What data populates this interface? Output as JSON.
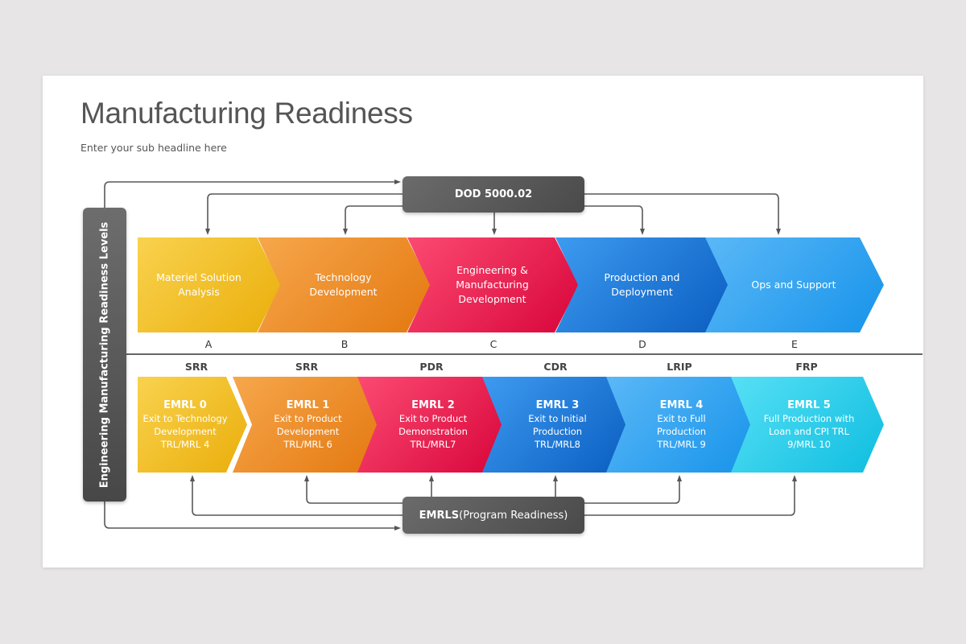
{
  "slide": {
    "title": "Manufacturing Readiness",
    "subtitle": "Enter your sub headline here"
  },
  "vertical_label": "Engineering Manufacturing Readiness Levels",
  "top_box": {
    "label": "DOD 5000.02"
  },
  "bottom_box": {
    "label_bold": "EMRLS",
    "label_rest": " (Program Readiness)"
  },
  "phases": [
    {
      "label": "Materiel Solution Analysis",
      "letter": "A",
      "color_start": "#f9d24e",
      "color_end": "#eaae0b"
    },
    {
      "label": "Technology Development",
      "letter": "B",
      "color_start": "#f6a74c",
      "color_end": "#e4780f"
    },
    {
      "label": "Engineering & Manufacturing Development",
      "letter": "C",
      "color_start": "#fb4a72",
      "color_end": "#d8053a"
    },
    {
      "label": "Production and Deployment",
      "letter": "D",
      "color_start": "#3d9bf0",
      "color_end": "#0a5dc0"
    },
    {
      "label": "Ops and Support",
      "letter": "E",
      "color_start": "#5ab8f7",
      "color_end": "#1793ea"
    }
  ],
  "levels": [
    {
      "review": "SRR",
      "title": "EMRL 0",
      "line1": "Exit to Technology",
      "line2": "Development",
      "line3": "TRL/MRL 4",
      "color_start": "#f9d24e",
      "color_end": "#eaae0b"
    },
    {
      "review": "SRR",
      "title": "EMRL 1",
      "line1": "Exit to Product",
      "line2": "Development",
      "line3": "TRL/MRL 6",
      "color_start": "#f6a74c",
      "color_end": "#e4780f"
    },
    {
      "review": "PDR",
      "title": "EMRL 2",
      "line1": "Exit to Product",
      "line2": "Demonstration",
      "line3": "TRL/MRL7",
      "color_start": "#fb4a72",
      "color_end": "#d8053a"
    },
    {
      "review": "CDR",
      "title": "EMRL 3",
      "line1": "Exit to Initial",
      "line2": "Production",
      "line3": "TRL/MRL8",
      "color_start": "#3d9bf0",
      "color_end": "#0a5dc0"
    },
    {
      "review": "LRIP",
      "title": "EMRL 4",
      "line1": "Exit to Full",
      "line2": "Production",
      "line3": "TRL/MRL 9",
      "color_start": "#5ab8f7",
      "color_end": "#1793ea"
    },
    {
      "review": "FRP",
      "title": "EMRL 5",
      "line1": "Full Production with",
      "line2": "Loan and CPI TRL",
      "line3": "9/MRL 10",
      "color_start": "#56e0f5",
      "color_end": "#0fbde0"
    }
  ]
}
